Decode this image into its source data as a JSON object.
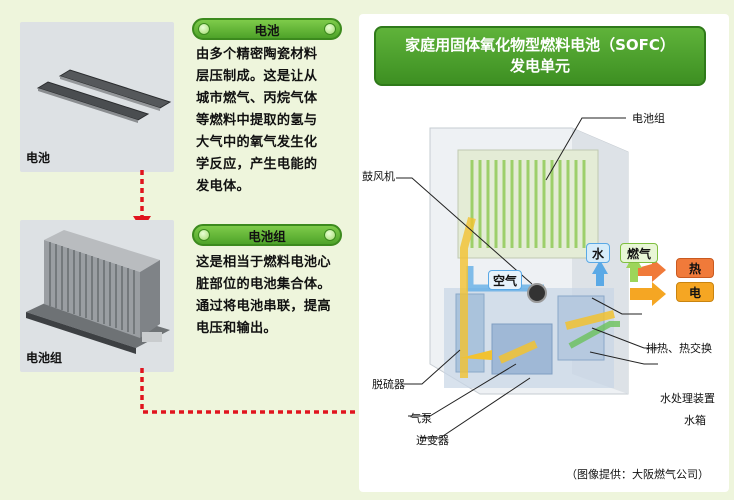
{
  "cell": {
    "photo_label": "电池",
    "heading": "电池",
    "desc_lines": [
      "由多个精密陶瓷材料",
      "层压制成。这是让从",
      "城市燃气、丙烷气体",
      "等燃料中提取的氢与",
      "大气中的氧气发生化",
      "学反应，产生电能的",
      "发电体。"
    ]
  },
  "stack": {
    "photo_label": "电池组",
    "heading": "电池组",
    "desc_lines": [
      "这是相当于燃料电池心",
      "脏部位的电池集合体。",
      "通过将电池串联，提高",
      "电压和输出。"
    ]
  },
  "unit": {
    "title_line1": "家庭用固体氧化物型燃料电池（SOFC）",
    "title_line2": "发电单元",
    "callouts": {
      "cell_stack": "电池组",
      "blower": "鼓风机",
      "air": "空气",
      "water": "水",
      "fuel_gas": "燃气",
      "heat": "热",
      "electricity": "电",
      "exhaust_heat": "排热、热交换",
      "desulfurizer": "脱硫器",
      "water_treatment": "水处理装置",
      "gas_pump": "气泵",
      "water_tank": "水箱",
      "inverter": "逆变器"
    },
    "credit": "（图像提供：大阪燃气公司）"
  },
  "colors": {
    "background": "#eef5dc",
    "green": "#4ea329",
    "arrow_red": "#e0141e",
    "heat_orange": "#f07a3a",
    "elec_orange": "#f5a623",
    "water_blue": "#5aa9e6",
    "gas_green": "#9dd55a"
  }
}
